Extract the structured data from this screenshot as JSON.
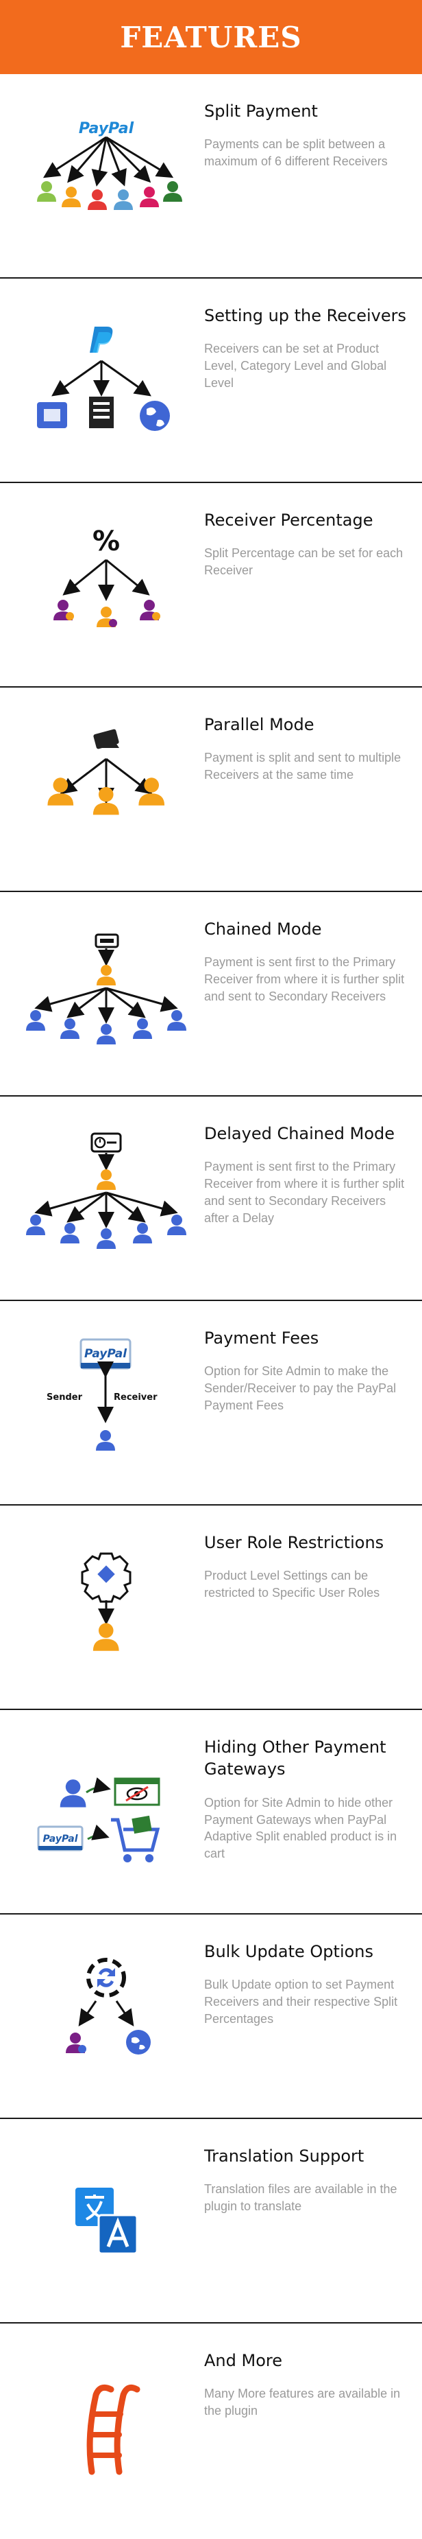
{
  "header": {
    "title": "FEATURES"
  },
  "icon_text": {
    "paypal": "PayPal",
    "percent": "%",
    "sender": "Sender",
    "receiver": "Receiver"
  },
  "colors": {
    "accent": "#f26b1d",
    "title": "#111111",
    "description": "#9a9a9a",
    "person_blue": "#3f66d4",
    "person_orange": "#f5a21a",
    "person_purple": "#7a1f86"
  },
  "features": [
    {
      "icon": "paypal-split-icon",
      "title": "Split Payment",
      "description": "Payments can be split between a maximum of 6 different Receivers"
    },
    {
      "icon": "setup-receivers-icon",
      "title": "Setting up the Receivers",
      "description": "Receivers can be set at Product Level, Category Level and Global Level"
    },
    {
      "icon": "percentage-icon",
      "title": "Receiver Percentage",
      "description": "Split Percentage can be set for each Receiver"
    },
    {
      "icon": "parallel-mode-icon",
      "title": "Parallel Mode",
      "description": "Payment is split and sent to multiple Receivers at the same time"
    },
    {
      "icon": "chained-mode-icon",
      "title": "Chained Mode",
      "description": "Payment is sent first to the Primary Receiver from where it is further split and sent to Secondary Receivers"
    },
    {
      "icon": "delayed-chained-mode-icon",
      "title": "Delayed Chained Mode",
      "description": "Payment is sent first to the Primary Receiver from where it is further split and sent to Secondary Receivers after a Delay"
    },
    {
      "icon": "payment-fees-icon",
      "title": "Payment Fees",
      "description": "Option for Site Admin to make the Sender/Receiver to pay the PayPal Payment Fees"
    },
    {
      "icon": "user-role-icon",
      "title": "User Role Restrictions",
      "description": "Product Level Settings can be restricted to Specific User Roles"
    },
    {
      "icon": "hide-gateways-icon",
      "title": "Hiding Other Payment Gateways",
      "description": "Option for Site Admin to hide other Payment Gateways when PayPal Adaptive Split enabled product is in cart"
    },
    {
      "icon": "bulk-update-icon",
      "title": "Bulk Update Options",
      "description": "Bulk Update option to set Payment Receivers and their respective Split Percentages"
    },
    {
      "icon": "translation-icon",
      "title": "Translation Support",
      "description": "Translation files are available in the plugin to translate"
    },
    {
      "icon": "ladder-icon",
      "title": "And More",
      "description": "Many More features are available in the plugin"
    }
  ]
}
